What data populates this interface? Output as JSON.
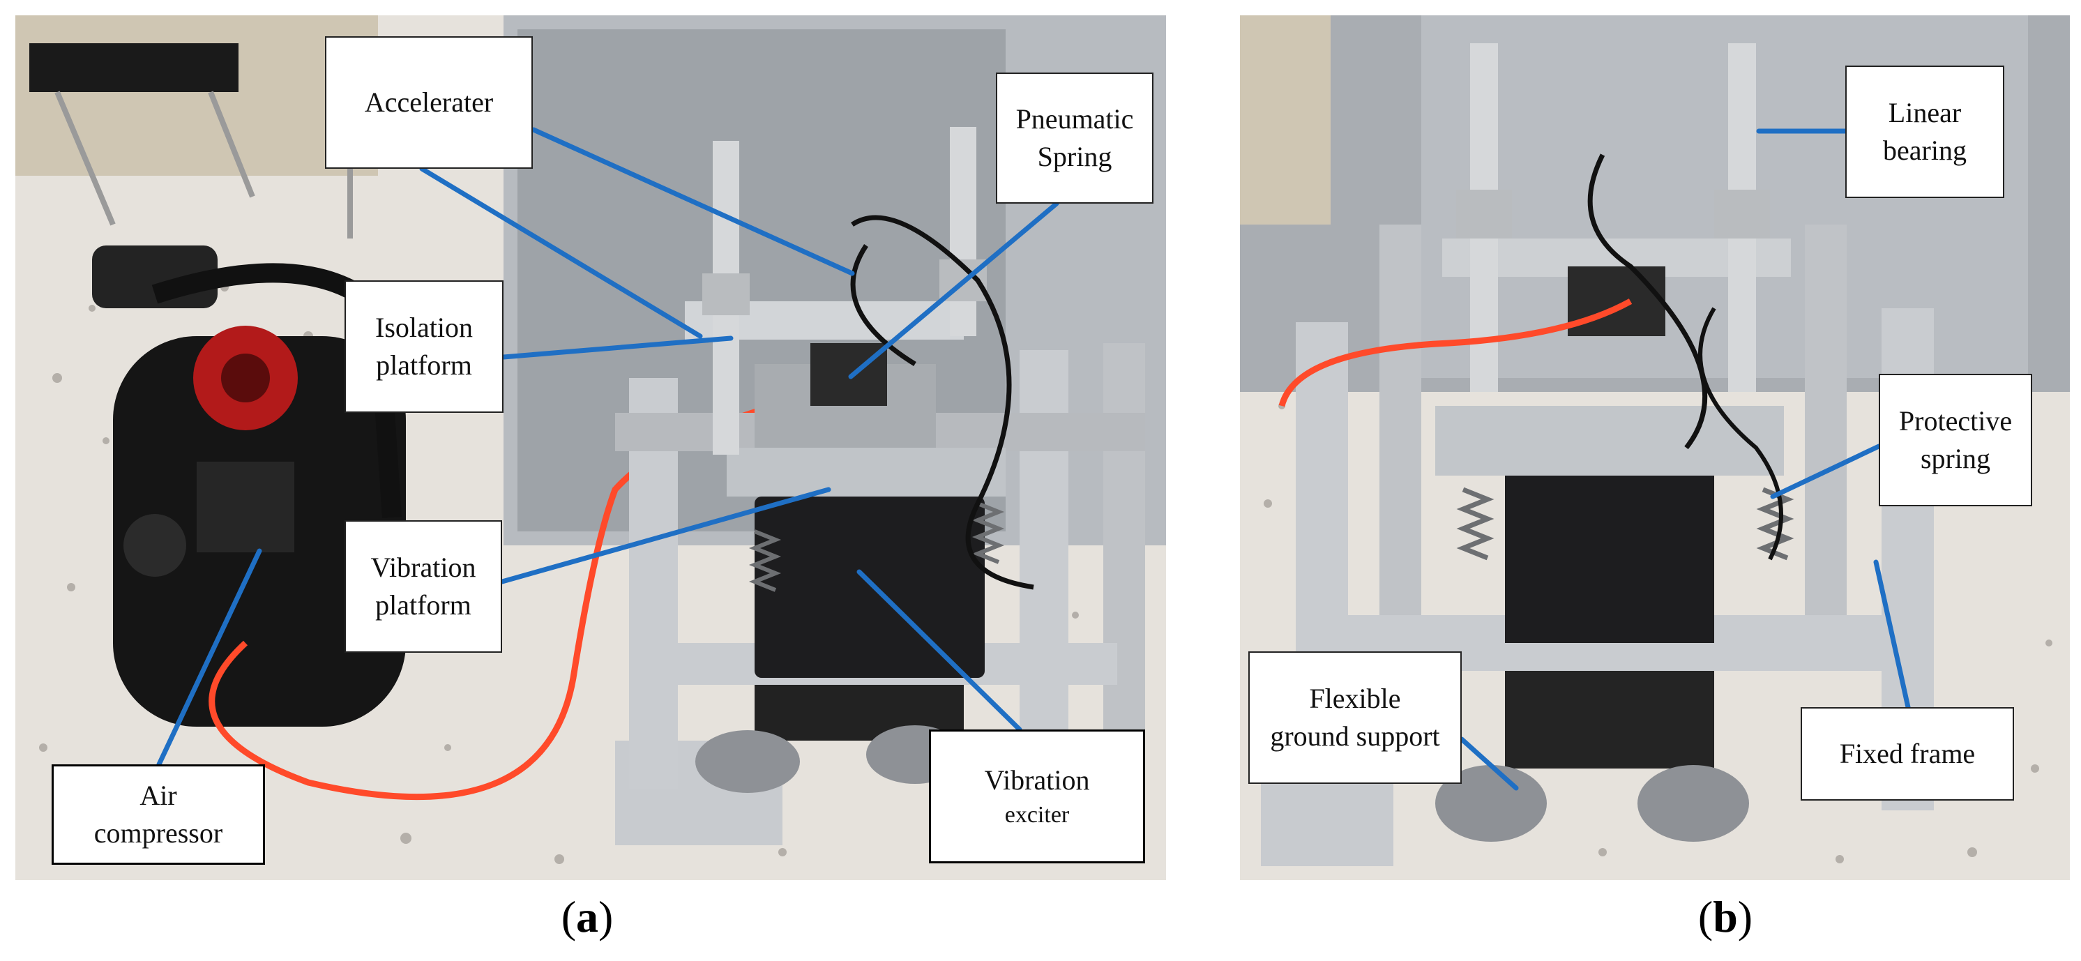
{
  "panel_a": {
    "labels": {
      "accelerater": "Accelerater",
      "pneumatic_1": "Pneumatic",
      "pneumatic_2": "Spring",
      "isolation_1": "Isolation",
      "isolation_2": "platform",
      "vibration_platform_1": "Vibration",
      "vibration_platform_2": "platform",
      "air_1": "Air",
      "air_2": "compressor",
      "exciter_1": "Vibration",
      "exciter_2": "exciter"
    },
    "caption_letter": "a"
  },
  "panel_b": {
    "labels": {
      "linear_1": "Linear",
      "linear_2": "bearing",
      "protective_1": "Protective",
      "protective_2": "spring",
      "flexible_1": "Flexible",
      "flexible_2": "ground support",
      "fixed_frame": "Fixed frame"
    },
    "caption_letter": "b"
  },
  "colors": {
    "leader_line": "#1f6fc4",
    "frame_aluminum": "#c9ccd0",
    "floor": "#e8e4de",
    "wall": "#b9bcc0",
    "exciter_body": "#1d1d1f",
    "air_tube": "#ff4a2a"
  }
}
